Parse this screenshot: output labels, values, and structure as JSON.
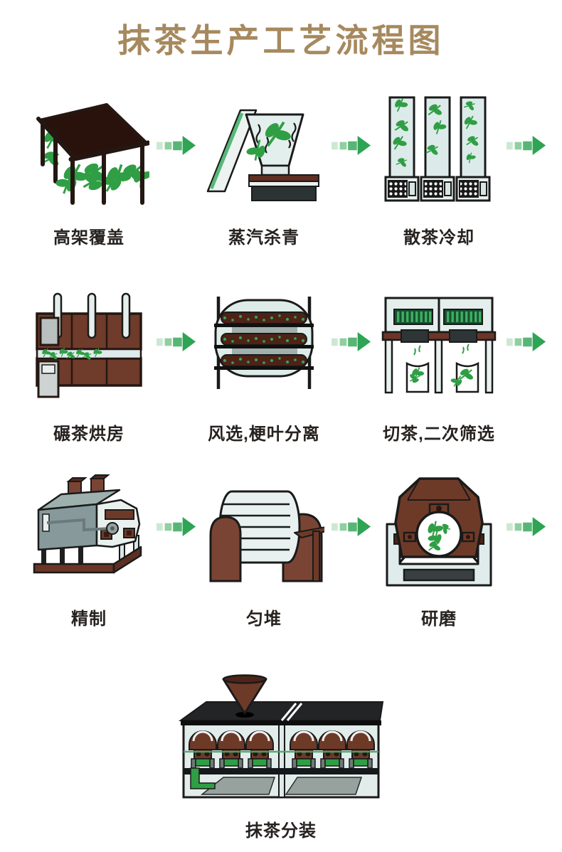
{
  "page": {
    "title": "抹茶生产工艺流程图",
    "title_color": "#a6895e",
    "background_color": "#ffffff"
  },
  "steps": [
    {
      "label": "高架覆盖",
      "illustration": "shade-canopy"
    },
    {
      "label": "蒸汽杀青",
      "illustration": "steam-fixation-machine"
    },
    {
      "label": "散茶冷却",
      "illustration": "loose-tea-cooling-towers"
    },
    {
      "label": "碾茶烘房",
      "illustration": "tencha-drying-oven"
    },
    {
      "label": "风选,梗叶分离",
      "illustration": "air-sorting-stem-leaf-separator"
    },
    {
      "label": "切茶,二次筛选",
      "illustration": "tea-cutting-secondary-screening"
    },
    {
      "label": "精制",
      "illustration": "refining-machine"
    },
    {
      "label": "匀堆",
      "illustration": "blending-drum"
    },
    {
      "label": "研磨",
      "illustration": "grinding-mill"
    },
    {
      "label": "抹茶分装",
      "illustration": "matcha-packaging-machine"
    }
  ],
  "layout_rows": [
    [
      0,
      1,
      2
    ],
    [
      3,
      4,
      5
    ],
    [
      6,
      7,
      8
    ],
    [
      9
    ]
  ],
  "arrow": {
    "segment_colors": [
      "#cde8d2",
      "#8fd09e",
      "#57b675"
    ],
    "head_color": "#2ea454"
  },
  "palette": {
    "leaf_green": "#2f9e44",
    "pale_panel": "#e0edeb",
    "machine_brown": "#6e3a28",
    "dark_roof": "#2a120c",
    "outline": "#1a1a1a",
    "label_text": "#262220"
  }
}
